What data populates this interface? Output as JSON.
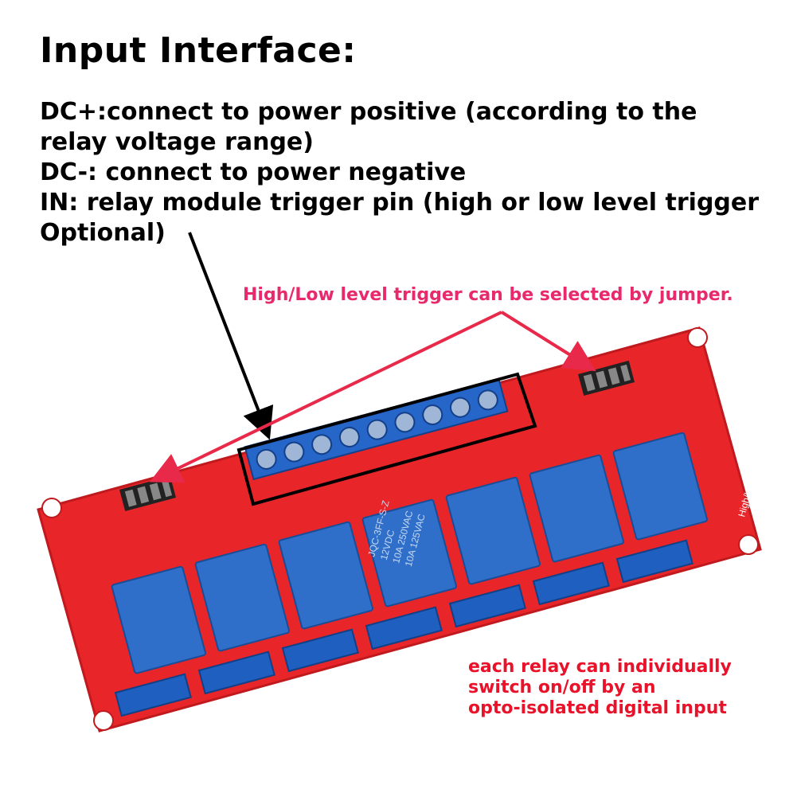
{
  "heading": "Input Interface:",
  "descriptions": [
    "DC+:connect to power positive (according to the relay voltage range)",
    "DC-: connect to power negative",
    "IN: relay module trigger pin (high or low level trigger Optional)"
  ],
  "jumper_note": "High/Low level trigger can be selected by jumper.",
  "relay_note": [
    "each relay can individually",
    "switch on/off by an",
    "opto-isolated digital input"
  ],
  "relay_label": {
    "model": "JQC-3FF-S-Z",
    "voltage": "12VDC",
    "rating_1": "10A 250VAC",
    "rating_2": "10A 125VAC"
  },
  "board_label": "High/Low Level Trigger",
  "colors": {
    "board": "#e8262a",
    "relay": "#2f6fc9",
    "terminal": "#1f5fc0",
    "jumper_note": "#e8296b",
    "relay_note": "#e8132a"
  }
}
